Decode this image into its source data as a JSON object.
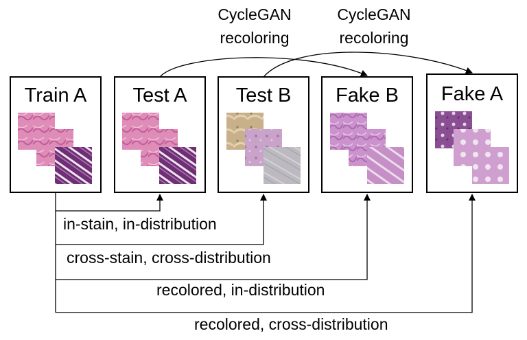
{
  "boxes": {
    "train_a": "Train A",
    "test_a": "Test A",
    "test_b": "Test B",
    "fake_b": "Fake B",
    "fake_a": "Fake A"
  },
  "arcs": {
    "cyclegan_1_line1": "CycleGAN",
    "cyclegan_1_line2": "recoloring",
    "cyclegan_2_line1": "CycleGAN",
    "cyclegan_2_line2": "recoloring"
  },
  "connections": {
    "in_stain": "in-stain, in-distribution",
    "cross_stain": "cross-stain, cross-distribution",
    "recolored_in": "recolored, in-distribution",
    "recolored_cross": "recolored, cross-distribution"
  },
  "colors": {
    "he_pink": "#d97fb0",
    "he_purple": "#5c2a63",
    "test_b_tan": "#c9b48f",
    "test_b_grey": "#b8b6bc"
  }
}
